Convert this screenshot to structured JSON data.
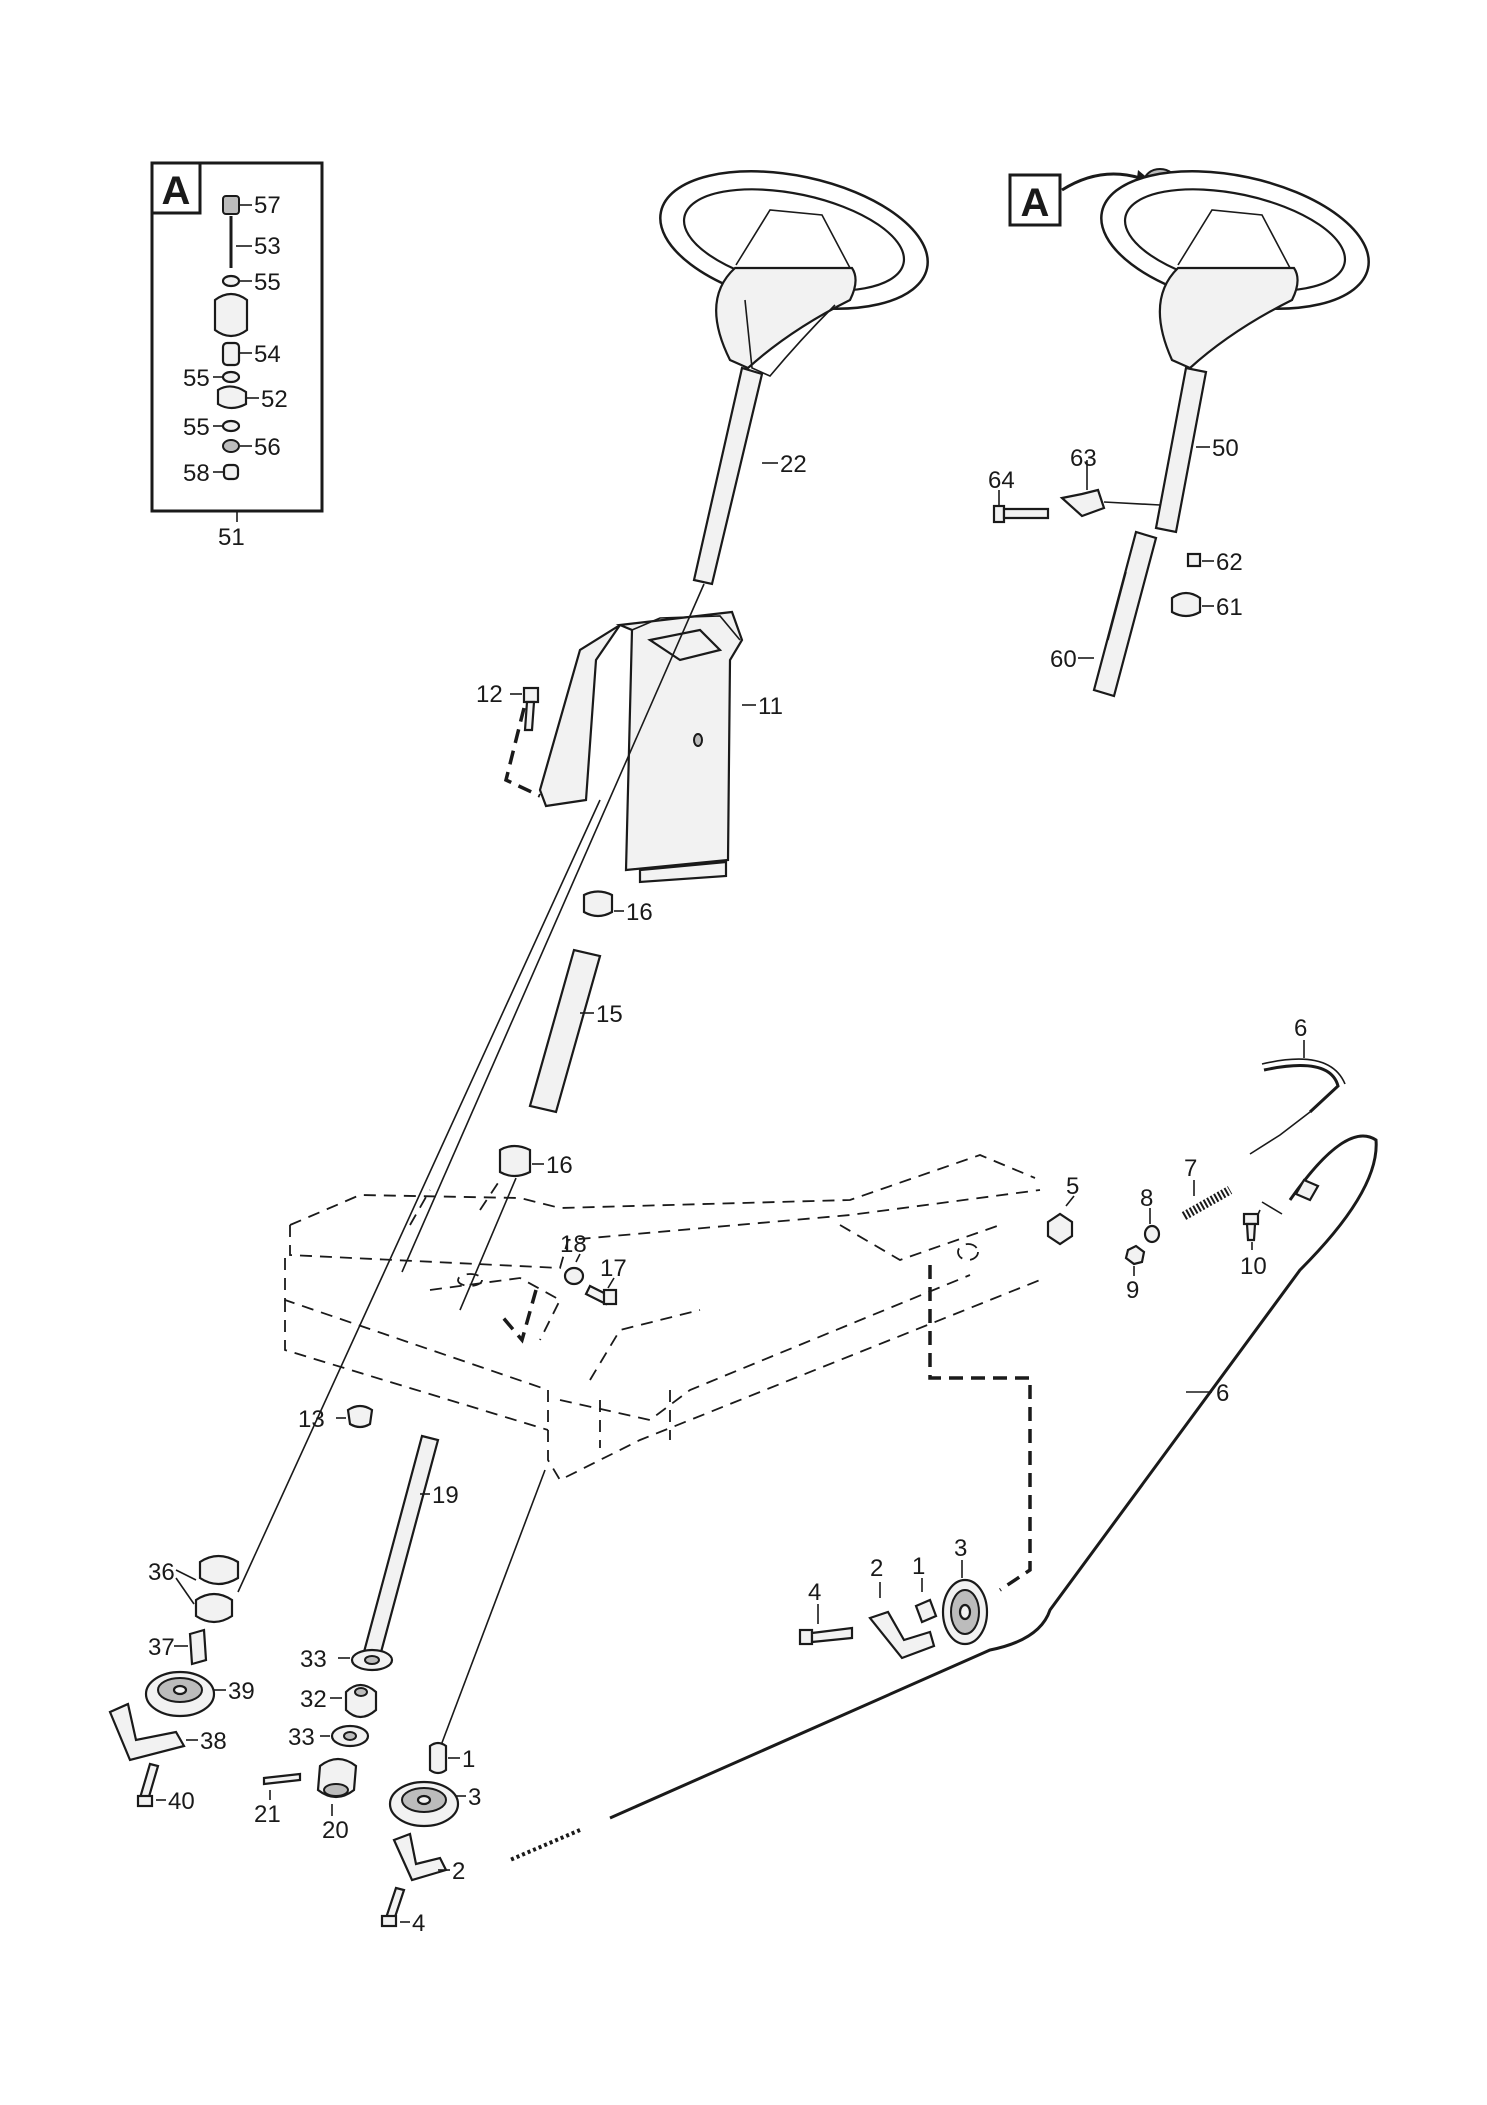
{
  "detail_tag": "A",
  "labels": {
    "l57": "57",
    "l53": "53",
    "l55a": "55",
    "l54": "54",
    "l55b": "55",
    "l52": "52",
    "l55c": "55",
    "l56": "56",
    "l58": "58",
    "l51": "51",
    "l22": "22",
    "l63": "63",
    "l64": "64",
    "l50": "50",
    "l62": "62",
    "l61": "61",
    "l60": "60",
    "l12": "12",
    "l11": "11",
    "l16a": "16",
    "l15": "15",
    "l16b": "16",
    "l6a": "6",
    "l7": "7",
    "l8": "8",
    "l5": "5",
    "l9": "9",
    "l10": "10",
    "l18": "18",
    "l17": "17",
    "l6b": "6",
    "l13": "13",
    "l19": "19",
    "l36": "36",
    "l37": "37",
    "l39": "39",
    "l38": "38",
    "l40": "40",
    "l33a": "33",
    "l32": "32",
    "l33b": "33",
    "l21": "21",
    "l20": "20",
    "l1a": "1",
    "l3a": "3",
    "l2a": "2",
    "l4a": "4",
    "l3b": "3",
    "l2b": "2",
    "l1b": "1",
    "l4b": "4"
  }
}
